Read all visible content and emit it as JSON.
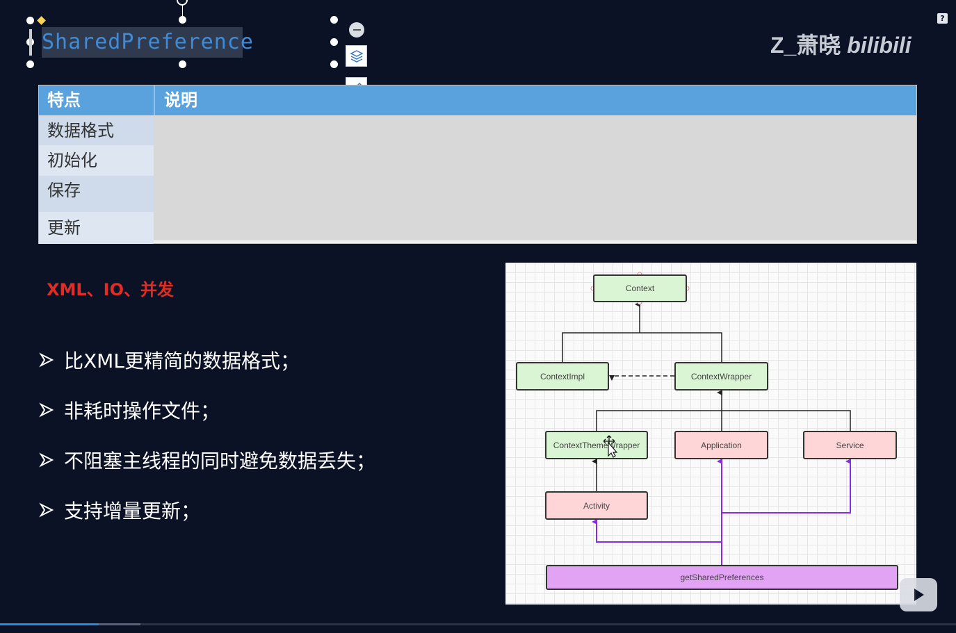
{
  "slide": {
    "title": "SharedPreference",
    "table": {
      "headers": [
        "特点",
        "说明"
      ],
      "rows": [
        "数据格式",
        "初始化",
        "保存",
        "更新"
      ]
    },
    "tags": "XML、IO、并发",
    "bullets": [
      "比XML更精简的数据格式；",
      "非耗时操作文件；",
      "不阻塞主线程的同时避免数据丢失；",
      "支持增量更新；"
    ]
  },
  "diagram": {
    "nodes": {
      "context": "Context",
      "context_impl": "ContextImpl",
      "context_wrapper": "ContextWrapper",
      "context_theme_wrapper": "ContextThemeWrapper",
      "application": "Application",
      "service": "Service",
      "activity": "Activity",
      "get_shared_preferences": "getSharedPreferences"
    }
  },
  "toolbar": {
    "icons": [
      "layers-icon",
      "pen-icon",
      "fill-icon",
      "frame-icon",
      "font-icon",
      "text-style-icon"
    ]
  },
  "watermark": "Z_萧晓 ",
  "watermark_logo": "bilibili",
  "help_label": "?",
  "player": {
    "progress": 0.103
  },
  "colors": {
    "background": "#0b1226",
    "table_header": "#5aa2dd",
    "tags": "#e02c24",
    "progress": "#1e8fe0",
    "node_green": "#d9f5d3",
    "node_pink": "#ffd6d8",
    "node_purple": "#e3a3f5",
    "arrow_purple": "#8a2be2"
  }
}
